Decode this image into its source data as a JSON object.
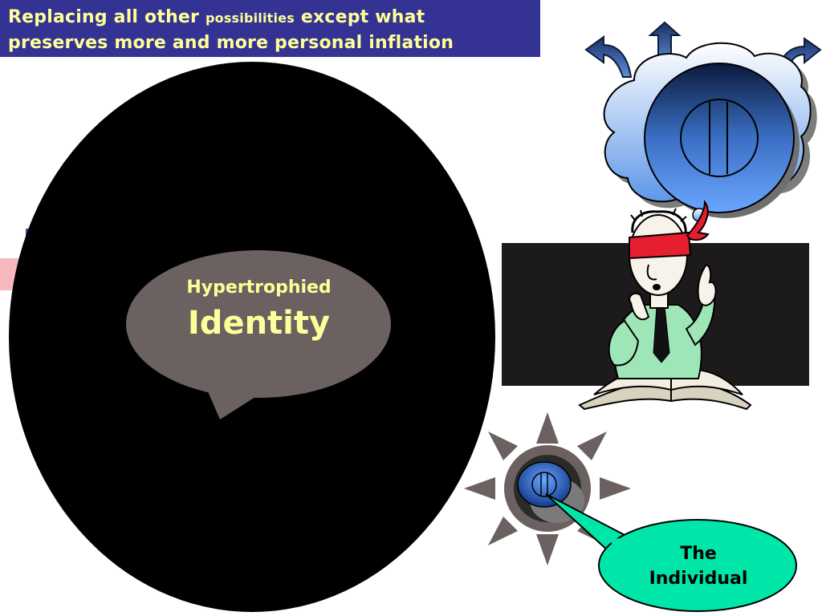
{
  "title": {
    "line1_part1": "Replacing all other ",
    "line1_small": "possibilities",
    "line1_part2": " except what",
    "line2": "preserves more and more personal inflation"
  },
  "speech_bubble": {
    "line1": "Hypertrophied",
    "line2": "Identity"
  },
  "individual_callout": {
    "line1": "The",
    "line2": "Individual"
  },
  "colors": {
    "title_bg": "#343394",
    "title_text": "#ffff99",
    "big_oval": "#000000",
    "bubble": "#6b6161",
    "callout": "#00e6a8",
    "dark_panel": "#1c1a1b"
  }
}
